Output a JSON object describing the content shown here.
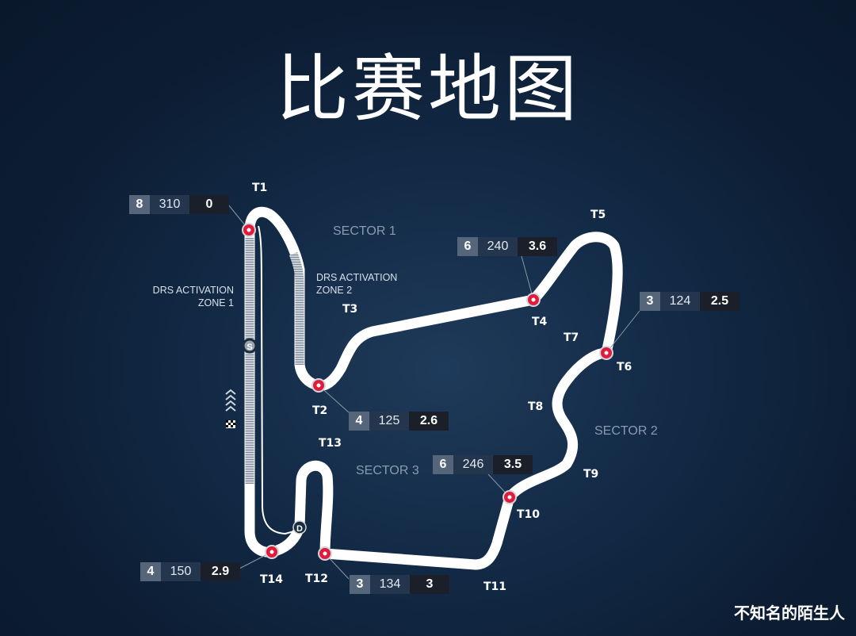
{
  "title": "比赛地图",
  "sectors": [
    "SECTOR 1",
    "SECTOR 2",
    "SECTOR 3"
  ],
  "drs": {
    "zone1_line1": "DRS ACTIVATION",
    "zone1_line2": "ZONE 1",
    "zone2_line1": "DRS ACTIVATION",
    "zone2_line2": "ZONE 2"
  },
  "turns": [
    "T1",
    "T2",
    "T3",
    "T4",
    "T5",
    "T6",
    "T7",
    "T8",
    "T9",
    "T10",
    "T11",
    "T12",
    "T13",
    "T14"
  ],
  "corner_boxes": [
    {
      "turn": "T1",
      "gear": "8",
      "speed": "310",
      "value": "0"
    },
    {
      "turn": "T4",
      "gear": "6",
      "speed": "240",
      "value": "3.6"
    },
    {
      "turn": "T6",
      "gear": "3",
      "speed": "124",
      "value": "2.5"
    },
    {
      "turn": "T2",
      "gear": "4",
      "speed": "125",
      "value": "2.6"
    },
    {
      "turn": "T10",
      "gear": "6",
      "speed": "246",
      "value": "3.5"
    },
    {
      "turn": "T14",
      "gear": "4",
      "speed": "150",
      "value": "2.9"
    },
    {
      "turn": "T12",
      "gear": "3",
      "speed": "134",
      "value": "3"
    }
  ],
  "markers": {
    "start": "S",
    "drs": "D"
  },
  "watermark": "不知名的陌生人"
}
